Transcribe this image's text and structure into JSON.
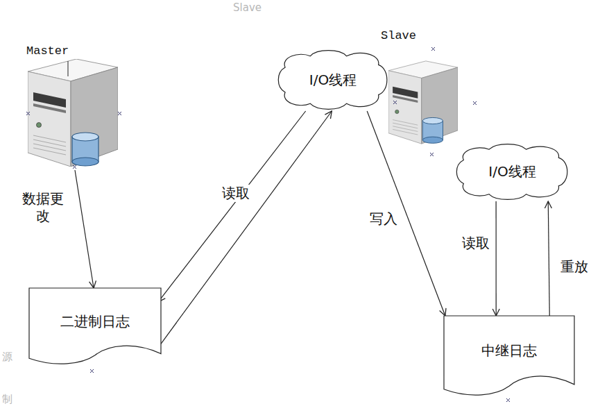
{
  "diagram": {
    "nodes": [
      {
        "text": [
          "Master"
        ]
      },
      {
        "text": [
          "I/O线程"
        ]
      },
      {
        "text": [
          "Slave"
        ]
      },
      {
        "text": [
          "I/O线程"
        ]
      },
      {
        "text": [
          "二进制日志"
        ]
      },
      {
        "text": [
          "中继日志"
        ]
      }
    ],
    "edges": [
      {
        "from": 0,
        "to": 4,
        "label": "数据更改",
        "arrow": "to"
      },
      {
        "from": 1,
        "to": 4,
        "label": "读取",
        "arrow": "to"
      },
      {
        "from": 4,
        "to": 1,
        "arrow": "to"
      },
      {
        "from": 1,
        "to": 5,
        "label": "写入",
        "arrow": "to"
      },
      {
        "from": 3,
        "to": 5,
        "label": "读取",
        "arrow": "to"
      },
      {
        "from": 5,
        "to": 3,
        "label": "重放",
        "arrow": "to"
      }
    ],
    "labels": [
      "Slave",
      "源",
      "制"
    ]
  }
}
